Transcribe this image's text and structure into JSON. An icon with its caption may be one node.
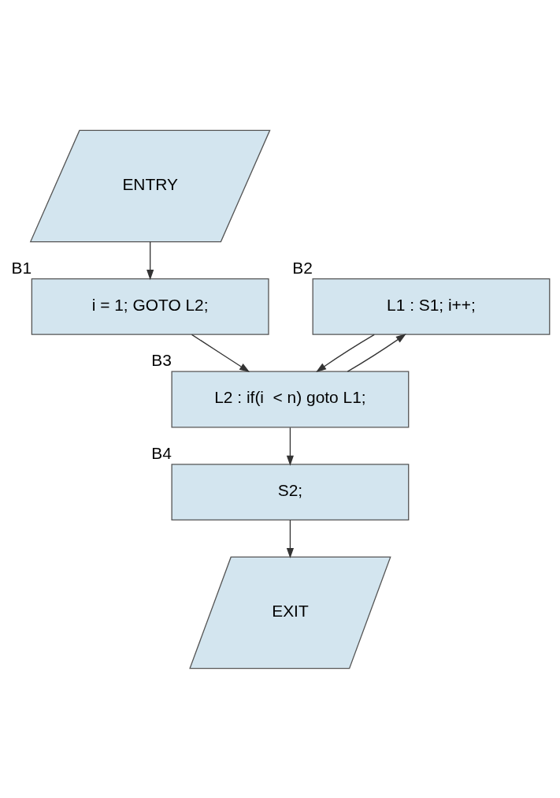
{
  "diagram": {
    "nodes": [
      {
        "text": [
          "ENTRY"
        ]
      },
      {
        "text": [
          "i = 1; GOTO L2;"
        ],
        "beside": [
          "B1"
        ]
      },
      {
        "text": [
          "L1 : S1; i++;"
        ],
        "beside": [
          "B2"
        ]
      },
      {
        "text": [
          "L2 : if(i  < n) goto L1;"
        ],
        "beside": [
          "B3"
        ]
      },
      {
        "text": [
          "S2;"
        ],
        "beside": [
          "B4"
        ]
      },
      {
        "text": [
          "EXIT"
        ]
      }
    ],
    "edges": [
      {
        "from": 0,
        "to": 1,
        "arrow": "to"
      },
      {
        "from": 1,
        "to": 3,
        "arrow": "to"
      },
      {
        "from": 2,
        "to": 3,
        "arrow": "to"
      },
      {
        "from": 3,
        "to": 2,
        "arrow": "to"
      },
      {
        "from": 3,
        "to": 4,
        "arrow": "to"
      },
      {
        "from": 4,
        "to": 5,
        "arrow": "to"
      }
    ]
  }
}
